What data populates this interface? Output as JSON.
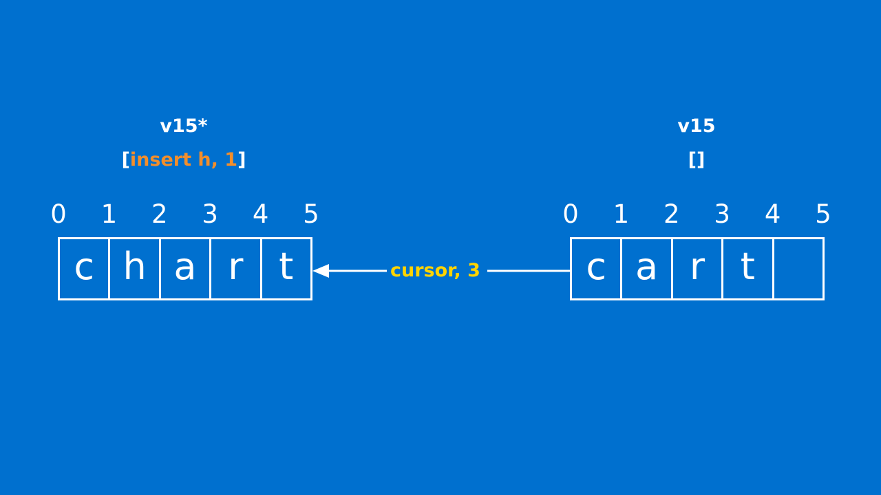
{
  "colors": {
    "background": "#0070CF",
    "foreground": "#FFFFFF",
    "operation": "#F28E2B",
    "cursor_label": "#FFD400"
  },
  "left": {
    "version": "v15*",
    "ops_open": "[",
    "ops_text": "insert h, 1",
    "ops_close": "]",
    "indices": [
      "0",
      "1",
      "2",
      "3",
      "4",
      "5"
    ],
    "cells": [
      "c",
      "h",
      "a",
      "r",
      "t"
    ]
  },
  "right": {
    "version": "v15",
    "ops": "[]",
    "indices": [
      "0",
      "1",
      "2",
      "3",
      "4",
      "5"
    ],
    "cells": [
      "c",
      "a",
      "r",
      "t",
      ""
    ]
  },
  "arrow": {
    "label": "cursor, 3"
  }
}
